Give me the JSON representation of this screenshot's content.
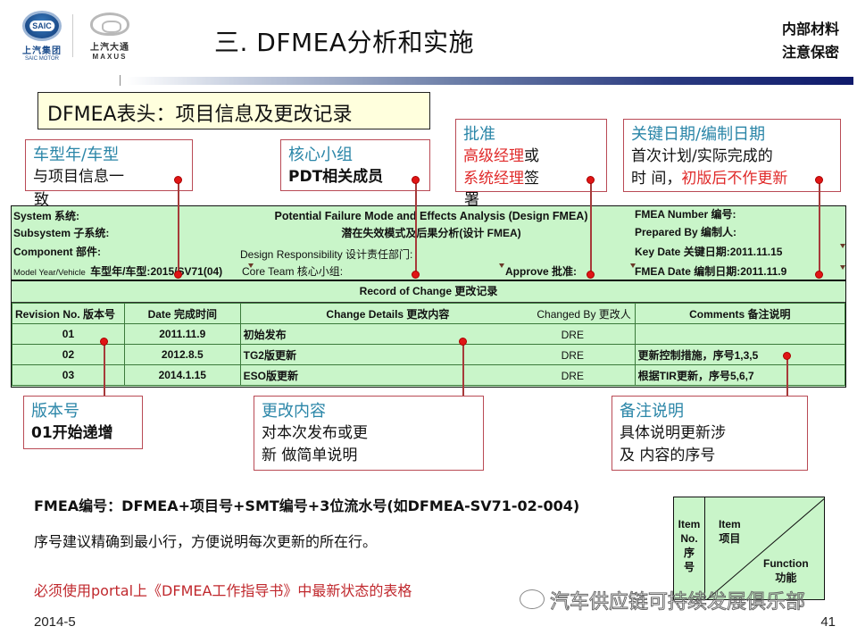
{
  "header": {
    "logo_saic_badge": "SAIC",
    "logo_saic_cn": "上汽集团",
    "logo_saic_en": "SAIC MOTOR",
    "logo_maxus_cn": "上汽大通",
    "logo_maxus_en": "MAXUS",
    "title": "三. DFMEA分析和实施",
    "confidential_line1": "内部材料",
    "confidential_line2": "注意保密"
  },
  "section_header": "DFMEA表头：项目信息及更改记录",
  "callouts": {
    "model_year": {
      "title": "车型年/车型",
      "line1": "与项目信息一",
      "overflow": "致"
    },
    "core_team": {
      "title": "核心小组",
      "line1": "PDT相关成员"
    },
    "approve": {
      "title": "批准",
      "line1_red": "高级经理",
      "line1_black": "或",
      "line2_red": "系统经理",
      "line2_black": "签",
      "overflow": "署"
    },
    "key_date": {
      "title": "关键日期/编制日期",
      "line1": "首次计划/实际完成的",
      "line2_black": "时 间，",
      "line2_red": "初版后不作更新"
    },
    "revision": {
      "title": "版本号",
      "line1": "01开始递增"
    },
    "change_details": {
      "title": "更改内容",
      "line1": "对本次发布或更",
      "line2": "新 做简单说明"
    },
    "comments": {
      "title": "备注说明",
      "line1": "具体说明更新涉",
      "line2": "及 内容的序号"
    }
  },
  "fmea_form": {
    "system": "System 系统:",
    "subsystem": "Subsystem 子系统:",
    "component": "Component 部件:",
    "model_year_label": "Model  Year/Vehicle",
    "model_year_cn": "车型年/车型:",
    "model_year_value": "2015/SV71(04)",
    "title_en": "Potential Failure Mode and Effects Analysis (Design FMEA)",
    "title_cn": "潜在失效模式及后果分析(设计 FMEA)",
    "design_responsibility": "Design Responsibility 设计责任部门:",
    "core_team": "Core Team 核心小组:",
    "approve": "Approve 批准:",
    "fmea_number": "FMEA Number 编号:",
    "prepared_by": "Prepared By 编制人:",
    "key_date_label": "Key Date 关键日期:",
    "key_date_value": "2011.11.15",
    "fmea_date_label": "FMEA Date 编制日期:",
    "fmea_date_value": "2011.11.9",
    "record_of_change": "Record of Change 更改记录",
    "columns": {
      "revision": "Revision No. 版本号",
      "date": "Date 完成时间",
      "details": "Change Details 更改内容",
      "changed_by": "Changed By 更改人",
      "comments": "Comments 备注说明"
    },
    "rows": [
      {
        "revision": "01",
        "date": "2011.11.9",
        "details": "初始发布",
        "changed_by": "DRE",
        "comments": ""
      },
      {
        "revision": "02",
        "date": "2012.8.5",
        "details": "TG2版更新",
        "changed_by": "DRE",
        "comments": "更新控制措施，序号1,3,5"
      },
      {
        "revision": "03",
        "date": "2014.1.15",
        "details": "ESO版更新",
        "changed_by": "DRE",
        "comments": "根据TIR更新，序号5,6,7"
      }
    ]
  },
  "notes": {
    "fmea_number_rule": "FMEA编号：DFMEA+项目号+SMT编号+3位流水号(如DFMEA-SV71-02-004)",
    "item_no_rule": "序号建议精确到最小行，方便说明每次更新的所在行。",
    "portal_rule": "必须使用portal上《DFMEA工作指导书》中最新状态的表格"
  },
  "item_function_table": {
    "col1_line1": "Item",
    "col1_line2": "No.",
    "col1_line3": "序",
    "col1_line4": "号",
    "item_en": "Item",
    "item_cn": "项目",
    "function_en": "Function",
    "function_cn": "功能"
  },
  "footer": {
    "date": "2014-5",
    "page": "41",
    "watermark": "汽车供应链可持续发展俱乐部"
  },
  "colors": {
    "form_bg": "#c9f5c9",
    "callout_title": "#2b86a8",
    "emphasis_red": "#e02a2a",
    "connector": "#a63a3a",
    "section_box_bg": "#ffffdd"
  }
}
